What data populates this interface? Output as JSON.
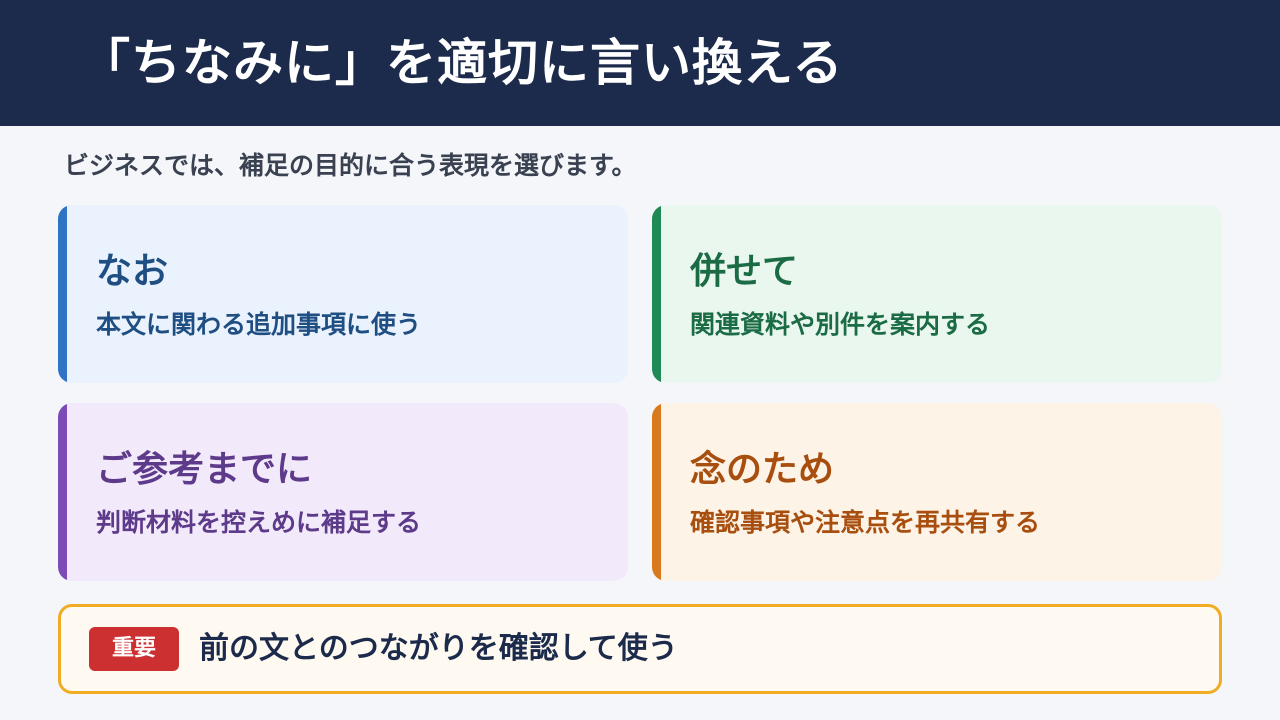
{
  "header": {
    "title": "「ちなみに」を適切に言い換える"
  },
  "intro": {
    "text": "ビジネスでは、補足の目的に合う表現を選びます。"
  },
  "cards": [
    {
      "term": "なお",
      "description": "本文に関わる追加事項に使う",
      "accent_color": "#2e73c4",
      "background_color": "#eaf2fd"
    },
    {
      "term": "併せて",
      "description": "関連資料や別件を案内する",
      "accent_color": "#1f8a55",
      "background_color": "#e9f7ef"
    },
    {
      "term": "ご参考までに",
      "description": "判断材料を控えめに補足する",
      "accent_color": "#7d4bb8",
      "background_color": "#f2eafa"
    },
    {
      "term": "念のため",
      "description": "確認事項や注意点を再共有する",
      "accent_color": "#d87a1b",
      "background_color": "#fdf3e6"
    }
  ],
  "note": {
    "badge": "重要",
    "text": "前の文とのつながりを確認して使う",
    "border_color": "#f0ac23",
    "badge_color": "#cc3030"
  },
  "colors": {
    "header_background": "#1c2b4b",
    "page_background": "#f4f6fa"
  }
}
